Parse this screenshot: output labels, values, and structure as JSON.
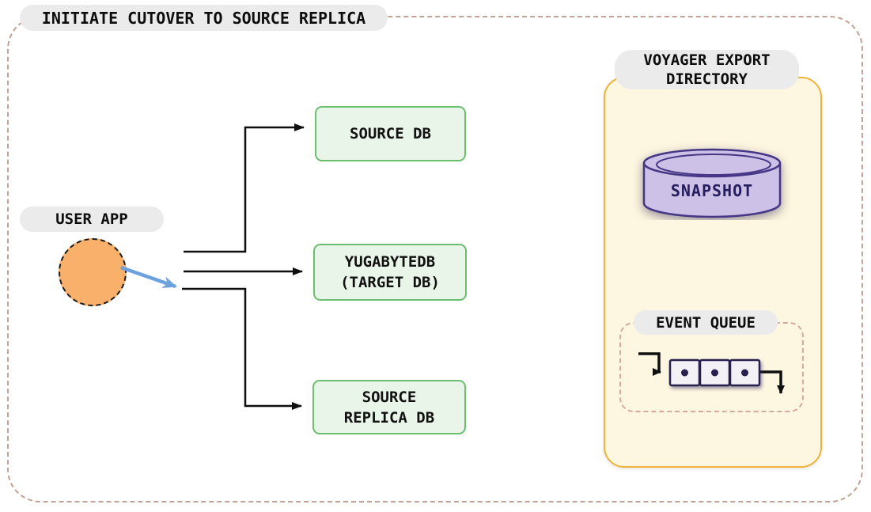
{
  "title": "INITIATE CUTOVER TO SOURCE REPLICA",
  "user_app": {
    "label": "USER APP"
  },
  "db_boxes": [
    {
      "id": "source-db",
      "lines": [
        "SOURCE DB"
      ]
    },
    {
      "id": "yugabytedb-target-db",
      "lines": [
        "YUGABYTEDB",
        "(TARGET DB)"
      ]
    },
    {
      "id": "source-replica-db",
      "lines": [
        "SOURCE",
        "REPLICA DB"
      ]
    }
  ],
  "voyager": {
    "label_lines": [
      "VOYAGER EXPORT",
      "DIRECTORY"
    ],
    "snapshot_label": "SNAPSHOT",
    "event_queue_label": "EVENT QUEUE"
  },
  "colors": {
    "label_pill_bg": "#ebebeb",
    "user_app_fill": "#f9b06a",
    "db_box_fill": "#eaf5e9",
    "db_box_border": "#6abf6e",
    "voyager_fill": "#fdf6e0",
    "voyager_border": "#f0b339",
    "snapshot_fill": "#cdc1e7",
    "snapshot_border": "#453786",
    "cutover_arrow": "#6ba1dc",
    "connector": "#0f0f0f",
    "outer_border": "#c1a294",
    "event_queue_border": "#d6a9a4"
  }
}
